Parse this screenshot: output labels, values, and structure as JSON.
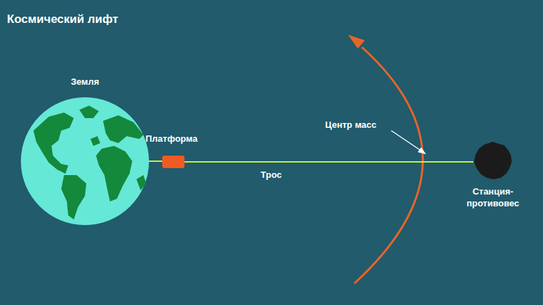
{
  "diagram": {
    "title": "Космический лифт",
    "nodes": [
      {
        "text": [
          "Земля"
        ]
      },
      {
        "text": [
          "Платформа"
        ]
      },
      {
        "text": [
          "Станция- противовес"
        ]
      }
    ],
    "edges": [
      {
        "from": 0,
        "to": 1,
        "arrow": "none"
      },
      {
        "from": 1,
        "to": 2,
        "label": "Трос",
        "arrow": "none"
      }
    ],
    "labels": [
      "Центр масс"
    ]
  }
}
